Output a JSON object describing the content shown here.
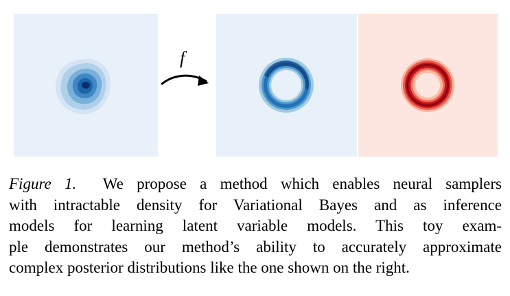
{
  "figure": {
    "arrow_label": "f",
    "panels": [
      {
        "name": "gaussian-density",
        "background": "#e8f0fa",
        "palette": [
          "#d9e7f5",
          "#b5d2ea",
          "#7fb2d9",
          "#4a8fc6",
          "#2270b5",
          "#08306b"
        ]
      },
      {
        "name": "ring-density-blue",
        "background": "#e8f0fa",
        "palette": [
          "#08306b",
          "#2171b5",
          "#4f97cc",
          "#9ecae1"
        ]
      },
      {
        "name": "ring-density-red",
        "background": "#fde6df",
        "palette": [
          "#67000d",
          "#cb181d",
          "#f3685a",
          "#fcbba1"
        ]
      }
    ]
  },
  "caption": {
    "label": "Figure 1.",
    "lines": [
      "We propose a method which enables neural samplers",
      "with intractable density for Variational Bayes and as inference",
      "models for learning latent variable models.  This toy exam-",
      "ple demonstrates our method’s ability to accurately approximate",
      "complex posterior distributions like the one shown on the right."
    ]
  }
}
